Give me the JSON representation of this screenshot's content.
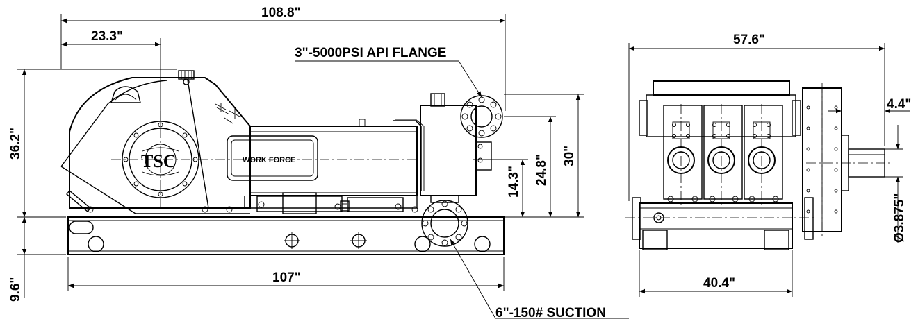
{
  "drawing": {
    "side_view": {
      "overall_length": "108.8\"",
      "crank_offset": "23.3\"",
      "overall_height": "36.2\"",
      "skid_height": "9.6\"",
      "skid_length": "107\"",
      "discharge_height": "14.3\"",
      "suction_height": "24.8\"",
      "top_height": "30\"",
      "discharge_label": "3\"-5000PSI API FLANGE",
      "suction_label": "6\"-150# SUCTION",
      "logo_text": "TSC",
      "plate_text": "WORK FORCE"
    },
    "end_view": {
      "overall_width": "57.6\"",
      "skid_width": "40.4\"",
      "shaft_extension": "4.4\"",
      "shaft_diameter": "Ø3.875\""
    }
  }
}
